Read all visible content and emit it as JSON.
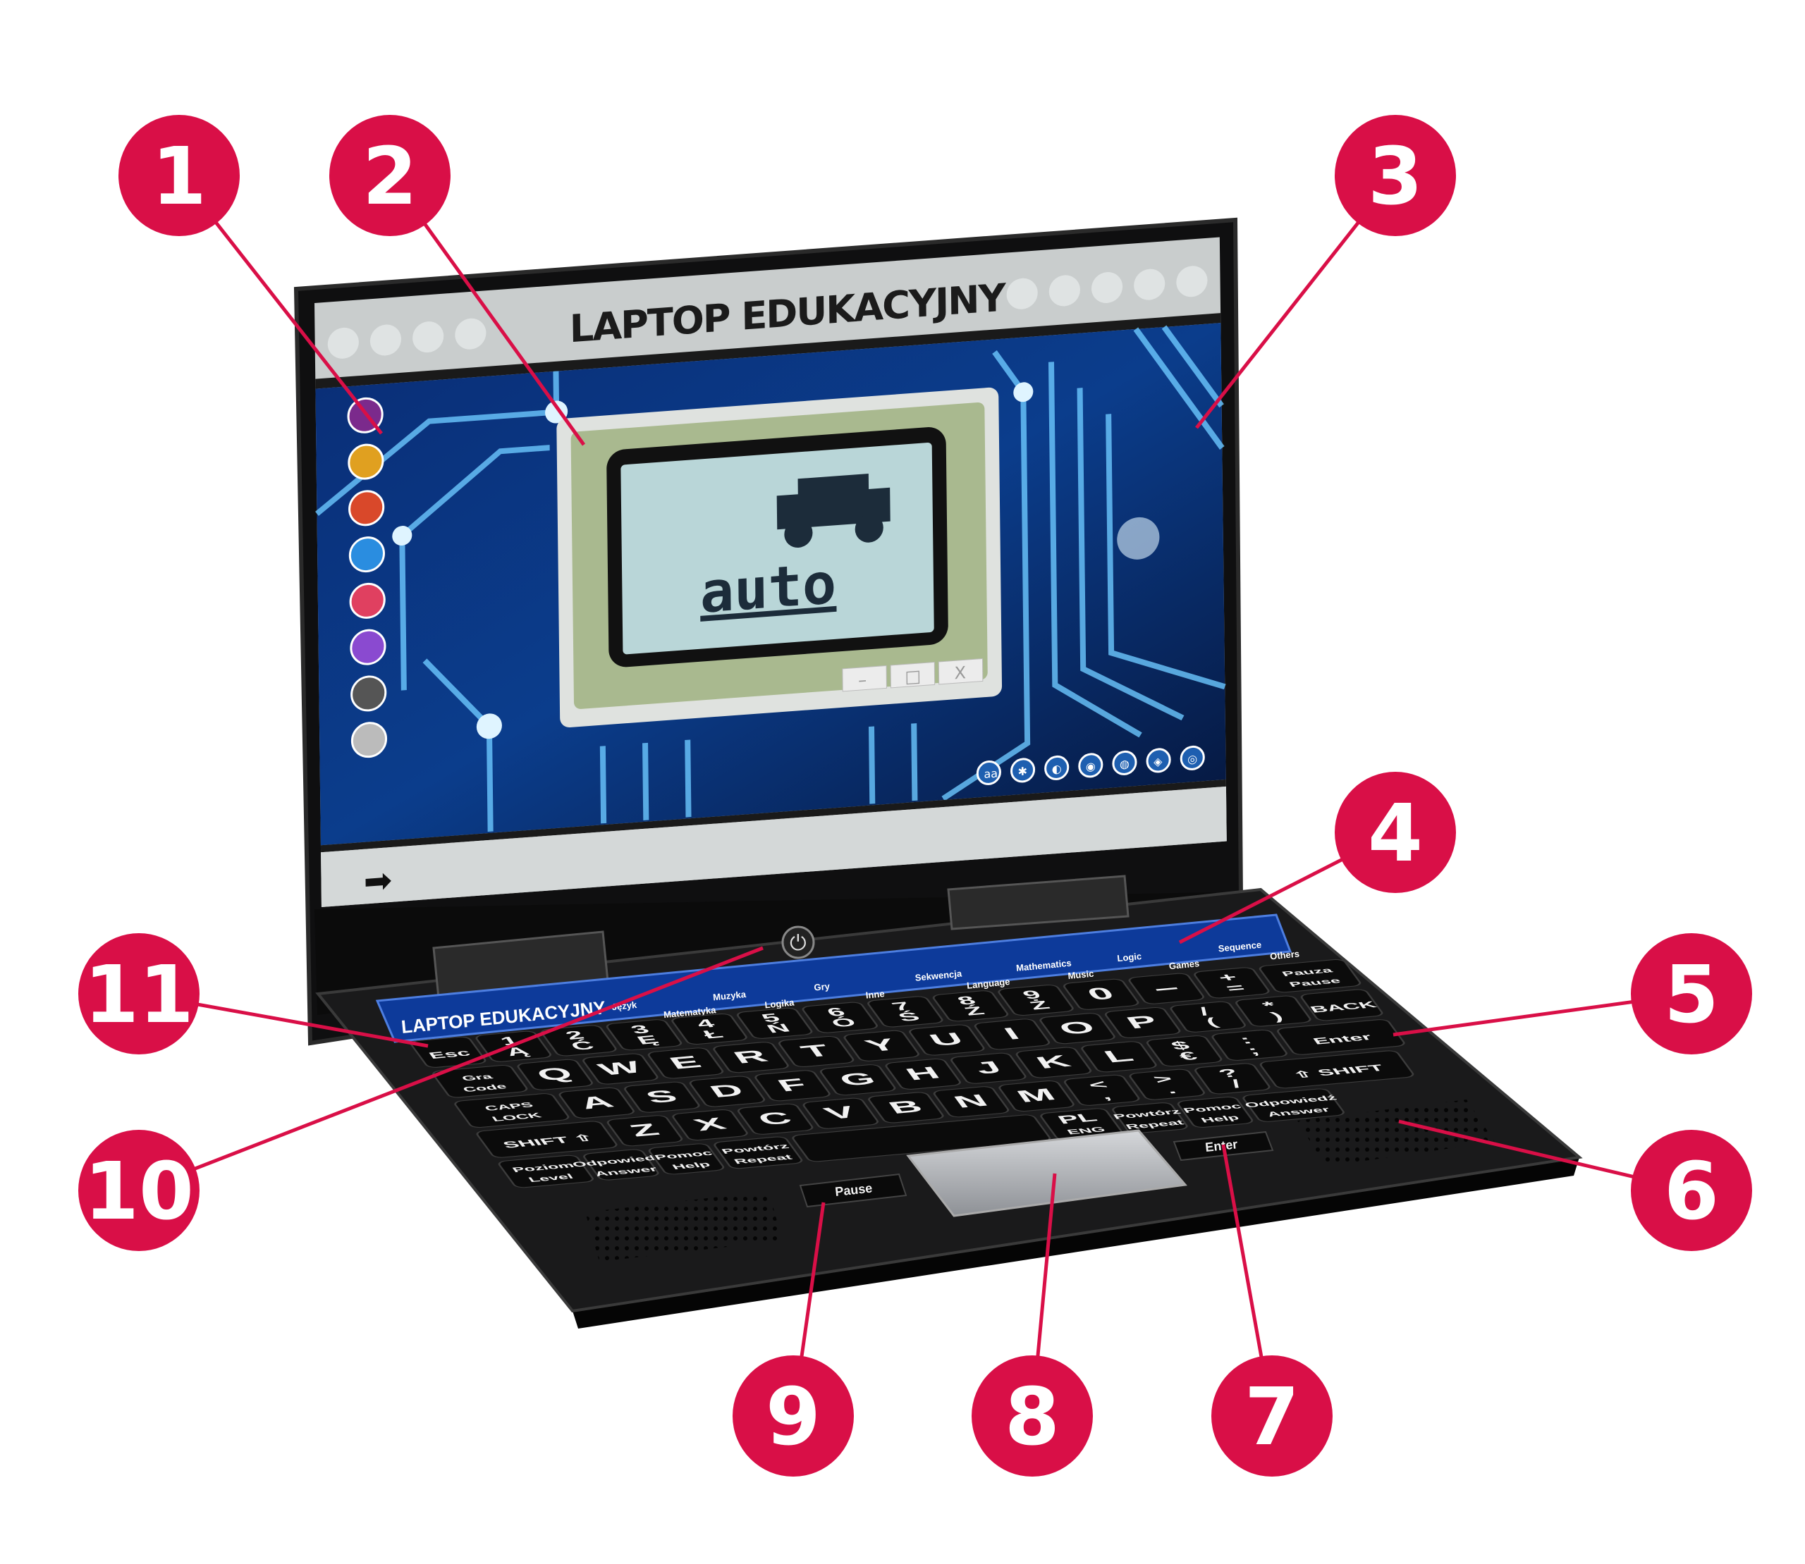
{
  "callouts": [
    "1",
    "2",
    "3",
    "4",
    "5",
    "6",
    "7",
    "8",
    "9",
    "10",
    "11"
  ],
  "colors": {
    "callout": "#d90f47",
    "screen_blue": "#0b3d8c",
    "lcd_frame": "#a9b98f",
    "lcd_screen": "#b9d6d8",
    "body": "#151515"
  },
  "screen": {
    "title": "LAPTOP EDUKACYJNY",
    "lcd_word": "auto",
    "lcd_picture": "car-icon",
    "window_buttons": [
      "–",
      "□",
      "X"
    ],
    "desktop_icons": [
      "network-icon",
      "folder-icon",
      "disc-box-icon",
      "browser-icon",
      "mail-icon",
      "purple-folder-icon",
      "hard-drive-icon",
      "trash-icon"
    ],
    "taskbar_icons": [
      "aa",
      "✱",
      "◐",
      "◉",
      "◍",
      "◈",
      "◎"
    ],
    "start_arrow": "arrow-right-icon"
  },
  "strip": {
    "title": "LAPTOP EDUKACYJNY",
    "categories": [
      "Język",
      "Matematyka",
      "Muzyka",
      "Logika",
      "Gry",
      "Inne",
      "Sekwencja",
      "Language",
      "Mathematics",
      "Music",
      "Logic",
      "Games",
      "Sequence",
      "Others"
    ]
  },
  "keyboard": {
    "rows": [
      [
        {
          "l": [
            "Esc"
          ],
          "w": 1
        },
        {
          "l": [
            "1",
            "Ą"
          ],
          "w": 1
        },
        {
          "l": [
            "2",
            "Ć"
          ],
          "w": 1
        },
        {
          "l": [
            "3",
            "Ę"
          ],
          "w": 1
        },
        {
          "l": [
            "4",
            "Ł"
          ],
          "w": 1
        },
        {
          "l": [
            "5",
            "Ń"
          ],
          "w": 1
        },
        {
          "l": [
            "6",
            "Ó"
          ],
          "w": 1
        },
        {
          "l": [
            "7",
            "Ś"
          ],
          "w": 1
        },
        {
          "l": [
            "8",
            "Ź"
          ],
          "w": 1
        },
        {
          "l": [
            "9",
            "Ż"
          ],
          "w": 1
        },
        {
          "l": [
            "0"
          ],
          "w": 1
        },
        {
          "l": [
            "–"
          ],
          "w": 1
        },
        {
          "l": [
            "+",
            "="
          ],
          "w": 1
        },
        {
          "l": [
            "Pauza",
            "Pause"
          ],
          "w": 1.4
        }
      ],
      [
        {
          "l": [
            "Gra",
            "Code"
          ],
          "w": 1.3
        },
        {
          "l": [
            "Q"
          ],
          "w": 1
        },
        {
          "l": [
            "W"
          ],
          "w": 1
        },
        {
          "l": [
            "E"
          ],
          "w": 1
        },
        {
          "l": [
            "R"
          ],
          "w": 1
        },
        {
          "l": [
            "T"
          ],
          "w": 1
        },
        {
          "l": [
            "Y"
          ],
          "w": 1
        },
        {
          "l": [
            "U"
          ],
          "w": 1
        },
        {
          "l": [
            "I"
          ],
          "w": 1
        },
        {
          "l": [
            "O"
          ],
          "w": 1
        },
        {
          "l": [
            "P"
          ],
          "w": 1
        },
        {
          "l": [
            "/",
            "("
          ],
          "w": 1
        },
        {
          "l": [
            "*",
            ")"
          ],
          "w": 1
        },
        {
          "l": [
            "BACK"
          ],
          "w": 1.1
        }
      ],
      [
        {
          "l": [
            "CAPS",
            "LOCK"
          ],
          "w": 1.6
        },
        {
          "l": [
            "A"
          ],
          "w": 1
        },
        {
          "l": [
            "S"
          ],
          "w": 1
        },
        {
          "l": [
            "D"
          ],
          "w": 1
        },
        {
          "l": [
            "F"
          ],
          "w": 1
        },
        {
          "l": [
            "G"
          ],
          "w": 1
        },
        {
          "l": [
            "H"
          ],
          "w": 1
        },
        {
          "l": [
            "J"
          ],
          "w": 1
        },
        {
          "l": [
            "K"
          ],
          "w": 1
        },
        {
          "l": [
            "L"
          ],
          "w": 1
        },
        {
          "l": [
            "$",
            "€"
          ],
          "w": 1
        },
        {
          "l": [
            ":",
            ";"
          ],
          "w": 1
        },
        {
          "l": [
            "Enter"
          ],
          "w": 1.8
        }
      ],
      [
        {
          "l": [
            "SHIFT ⇧"
          ],
          "w": 2
        },
        {
          "l": [
            "Z"
          ],
          "w": 1
        },
        {
          "l": [
            "X"
          ],
          "w": 1
        },
        {
          "l": [
            "C"
          ],
          "w": 1
        },
        {
          "l": [
            "V"
          ],
          "w": 1
        },
        {
          "l": [
            "B"
          ],
          "w": 1
        },
        {
          "l": [
            "N"
          ],
          "w": 1
        },
        {
          "l": [
            "M"
          ],
          "w": 1
        },
        {
          "l": [
            "<",
            ","
          ],
          "w": 1
        },
        {
          "l": [
            ">",
            "."
          ],
          "w": 1
        },
        {
          "l": [
            "?",
            "/"
          ],
          "w": 1
        },
        {
          "l": [
            "⇧ SHIFT"
          ],
          "w": 2.2
        }
      ],
      [
        {
          "l": [
            "Poziom",
            "Level"
          ],
          "w": 1.3
        },
        {
          "l": [
            "Odpowiedź",
            "Answer"
          ],
          "w": 1
        },
        {
          "l": [
            "Pomoc",
            "Help"
          ],
          "w": 1
        },
        {
          "l": [
            "Powtórz",
            "Repeat"
          ],
          "w": 1.2
        },
        {
          "l": [
            ""
          ],
          "w": 3.8
        },
        {
          "l": [
            "PL",
            "ENG"
          ],
          "w": 1.1
        },
        {
          "l": [
            "Powtórz",
            "Repeat"
          ],
          "w": 1
        },
        {
          "l": [
            "Pomoc",
            "Help"
          ],
          "w": 1
        },
        {
          "l": [
            "Odpowiedź",
            "Answer"
          ],
          "w": 1.4
        }
      ]
    ]
  },
  "deck": {
    "pause_label": "Pause",
    "enter_label": "Enter"
  }
}
